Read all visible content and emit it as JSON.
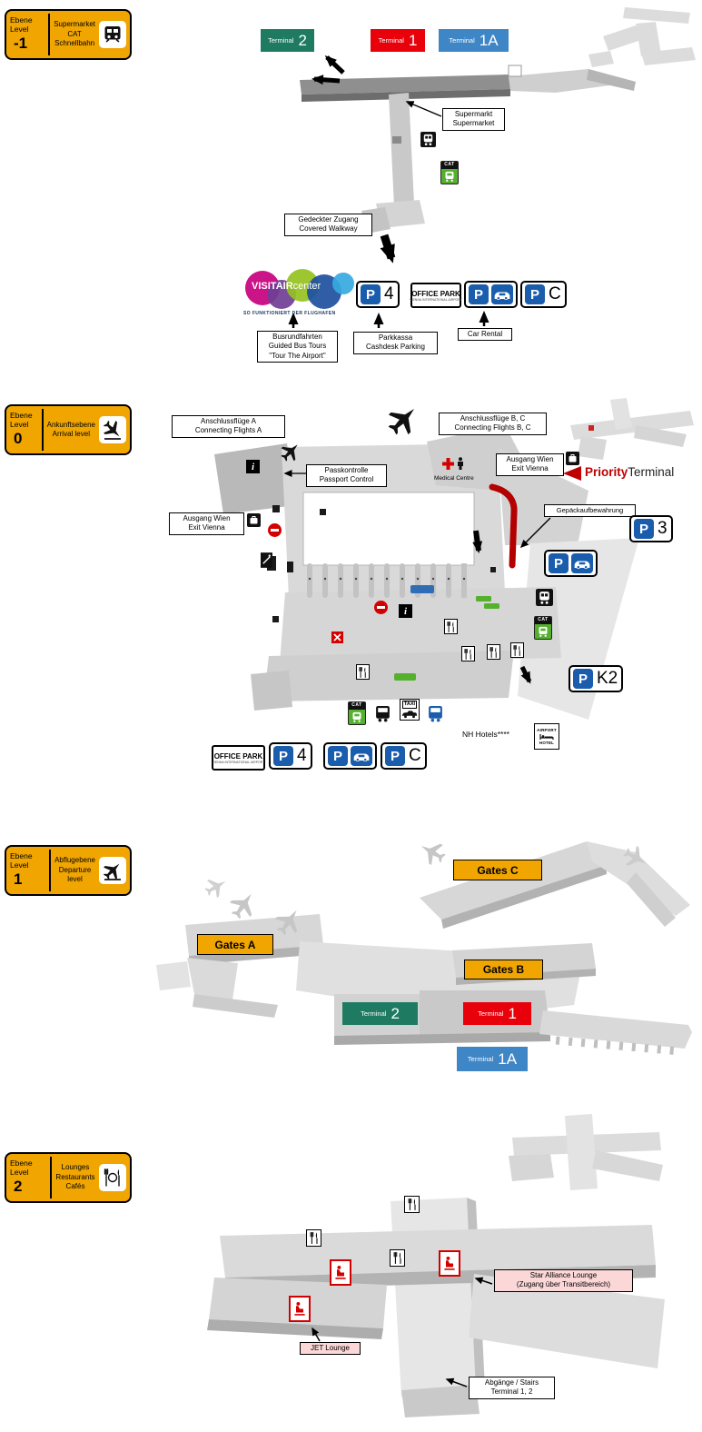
{
  "page": {
    "background": "#ffffff"
  },
  "colors": {
    "level_badge_orange": "#F0A500",
    "terminal2_green": "#1E7B62",
    "terminal1_red": "#E8000B",
    "terminal1a_blue": "#3E86C6",
    "parking_blue": "#1A5DAD",
    "cat_green": "#55B02E",
    "priority_red": "#C00000",
    "route_red": "#B30000",
    "lounge_pink": "#FBD7D7",
    "gates_orange": "#F0A500"
  },
  "badges": [
    {
      "ebene": "Ebene",
      "level": "Level",
      "num": "-1",
      "line1": "Supermarket",
      "line2": "CAT",
      "line3": "Schnellbahn",
      "icon": "train-icon"
    },
    {
      "ebene": "Ebene",
      "level": "Level",
      "num": "0",
      "line1": "Ankunftsebene",
      "line2": "Arrival level",
      "line3": "",
      "icon": "plane-arrival-icon"
    },
    {
      "ebene": "Ebene",
      "level": "Level",
      "num": "1",
      "line1": "Abflugebene",
      "line2": "Departure level",
      "line3": "",
      "icon": "plane-departure-icon"
    },
    {
      "ebene": "Ebene",
      "level": "Level",
      "num": "2",
      "line1": "Lounges",
      "line2": "Restaurants",
      "line3": "Cafés",
      "icon": "restaurant-icon"
    }
  ],
  "terminals": {
    "label": "Terminal",
    "t2": "2",
    "t1": "1",
    "t1a": "1A"
  },
  "signs": {
    "p": "P",
    "p4": "4",
    "p3": "3",
    "pc": "C",
    "pk2": "K2",
    "office_park": "OFFICE PARK",
    "office_park_sub": "VIENNA INTERNATIONAL AIRPORT",
    "taxi": "TAXI",
    "cat": "CAT",
    "car_rental": "Car Rental"
  },
  "s1": {
    "supermarkt_de": "Supermarkt",
    "supermarkt_en": "Supermarket",
    "walkway_de": "Gedeckter Zugang",
    "walkway_en": "Covered Walkway",
    "visitair_name": "VISITAIR",
    "visitair_center": "center",
    "visitair_slogan": "SO FUNKTIONIERT DER FLUGHAFEN",
    "bus_tours_de": "Busrundfahrten",
    "bus_tours_en": "Guided Bus Tours",
    "bus_tours_quote": "\"Tour The Airport\"",
    "parkkassa_de": "Parkkassa",
    "parkkassa_en": "Cashdesk Parking"
  },
  "s2": {
    "connecting_a_de": "Anschlussflüge A",
    "connecting_a_en": "Connecting Flights A",
    "connecting_bc_de": "Anschlussflüge B, C",
    "connecting_bc_en": "Connecting Flights B, C",
    "passport_de": "Passkontrolle",
    "passport_en": "Passport Control",
    "exit_de": "Ausgang Wien",
    "exit_en": "Exit Vienna",
    "medical": "Medical Centre",
    "priority_word": "Priority",
    "priority_terminal": "Terminal",
    "luggage": "Gepäckaufbewahrung",
    "nh_hotels": "NH Hotels****",
    "hotel_line1": "AIRPORT",
    "hotel_line2": "HOTEL"
  },
  "s3": {
    "gates_a": "Gates A",
    "gates_b": "Gates B",
    "gates_c": "Gates C"
  },
  "s4": {
    "star_line1": "Star Alliance Lounge",
    "star_line2": "(Zugang über Transitbereich)",
    "jet": "JET Lounge",
    "stairs_line1": "Abgänge / Stairs",
    "stairs_line2": "Terminal 1, 2"
  },
  "icons": {
    "info_glyph": "i",
    "train-icon": "suburban train pictogram",
    "cat-icon": "City Airport Train pictogram",
    "plane-arrival-icon": "airplane landing pictogram",
    "plane-departure-icon": "airplane taking off pictogram",
    "restaurant-icon": "fork and knife pictogram",
    "info-icon": "information point",
    "bus-icon": "bus pictogram",
    "taxi-icon": "taxi pictogram",
    "car-rental-icon": "car pictogram",
    "parking-icon": "white P on blue square",
    "no-entry-icon": "red circle with white bar",
    "lounge-icon": "red lounge seat pictogram",
    "hotel-icon": "bed pictogram",
    "medical-cross-icon": "red cross",
    "baggage-icon": "suitcase pictogram",
    "escalator-icon": "escalator pictogram",
    "airplane-icon": "airplane silhouette",
    "arrow-icon": "direction arrow"
  }
}
